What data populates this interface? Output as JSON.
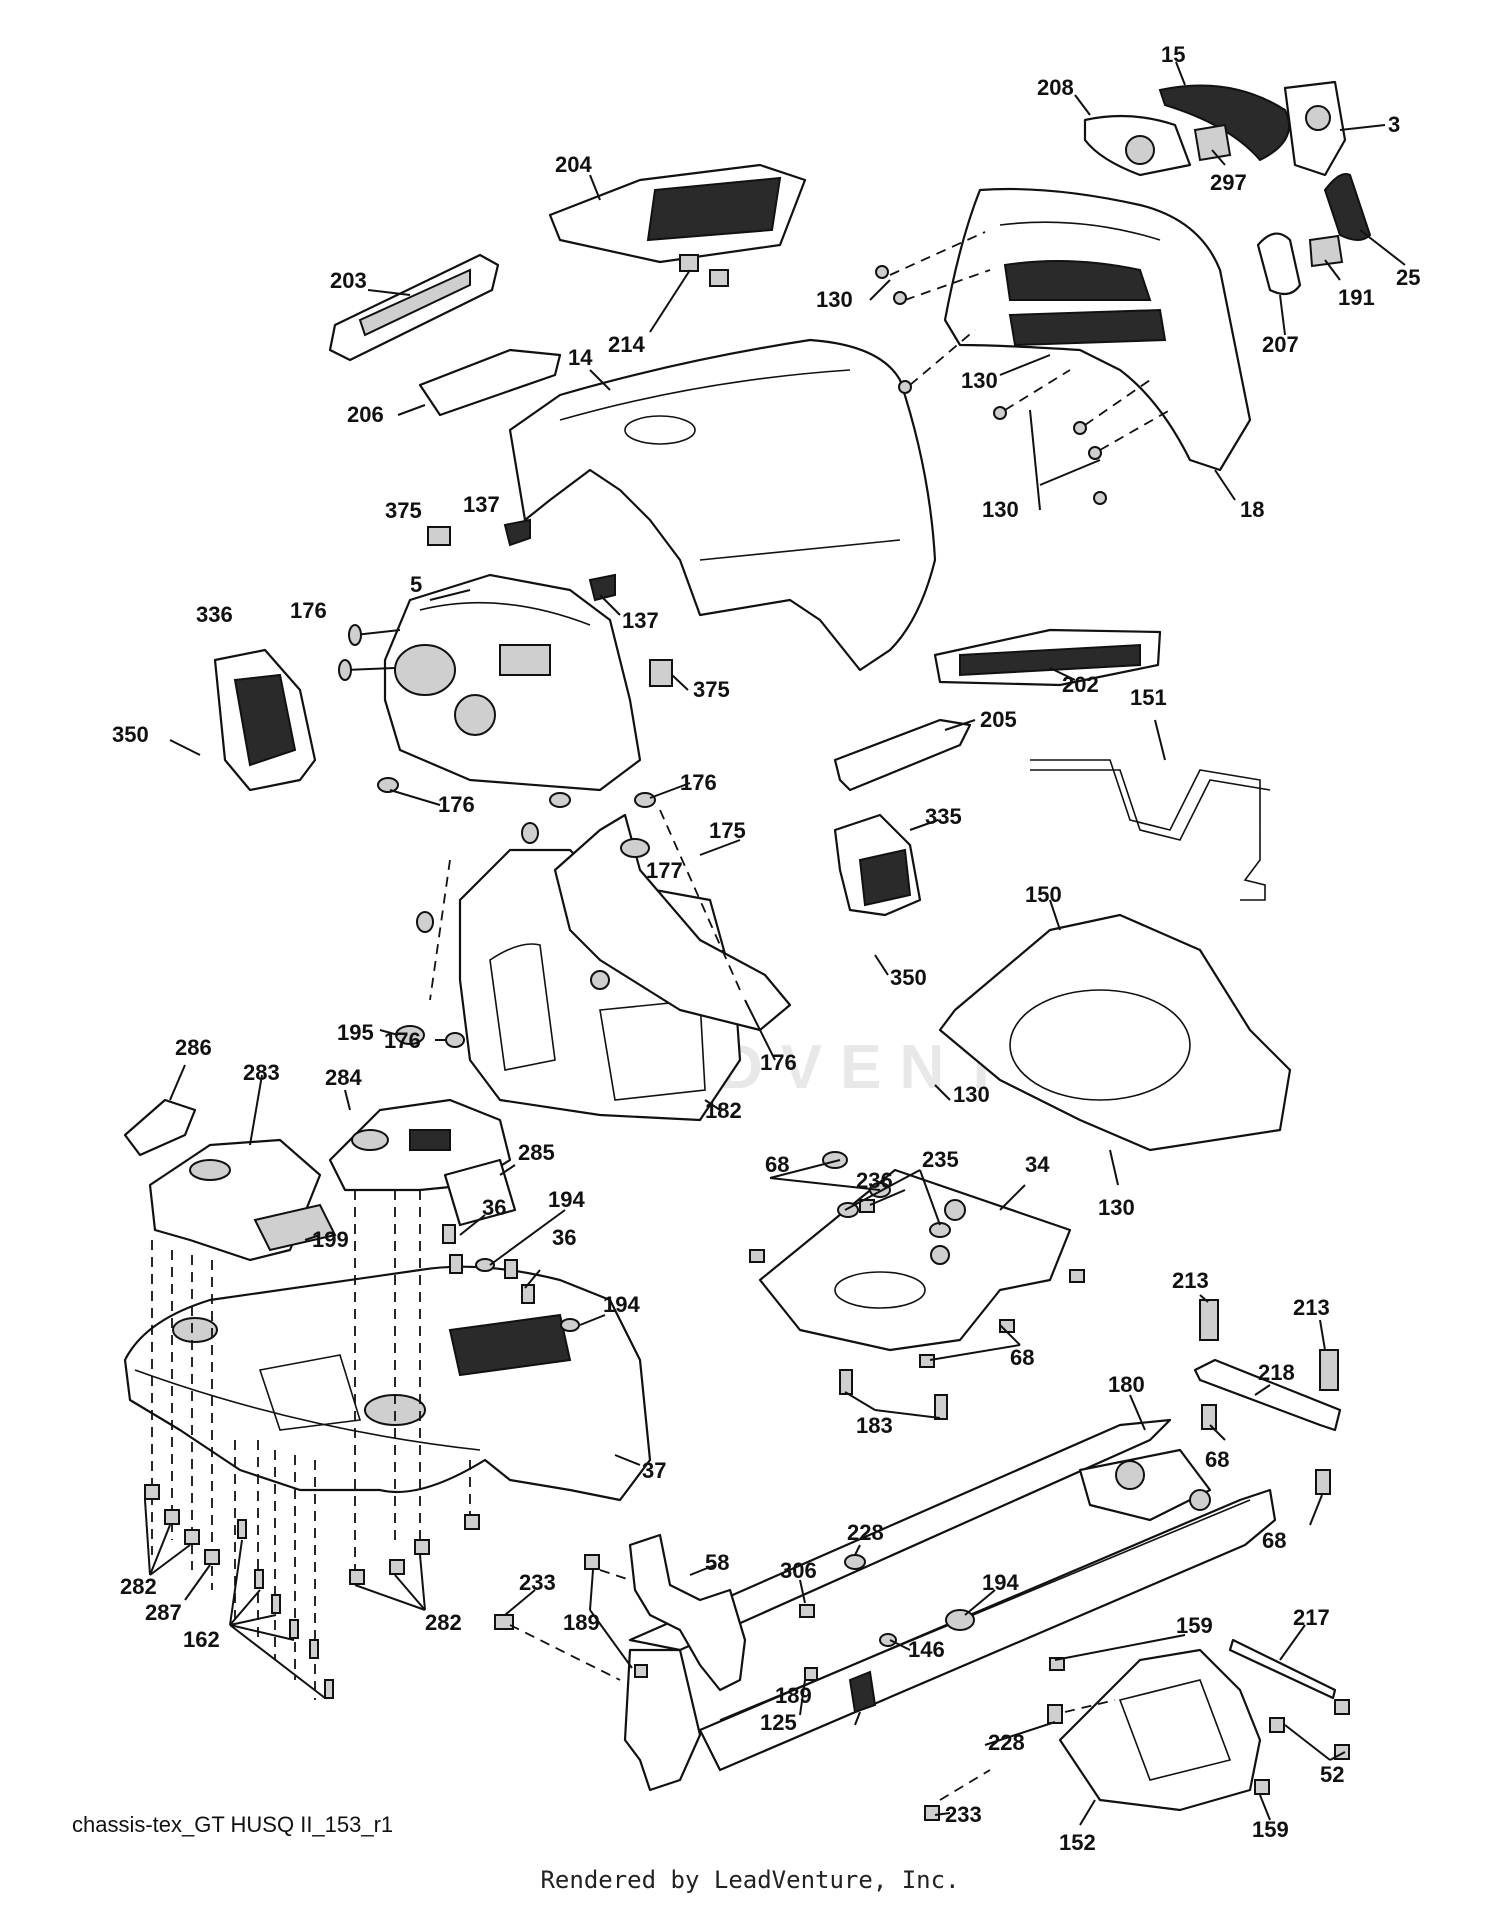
{
  "diagram": {
    "watermark": "LEADVENTURE",
    "caption": "chassis-tex_GT HUSQ II_153_r1",
    "credit": "Rendered by LeadVenture, Inc.",
    "callouts": [
      "15",
      "208",
      "3",
      "297",
      "204",
      "25",
      "191",
      "207",
      "203",
      "130",
      "214",
      "14",
      "130",
      "206",
      "130",
      "18",
      "375",
      "137",
      "137",
      "5",
      "336",
      "176",
      "375",
      "202",
      "151",
      "350",
      "205",
      "176",
      "176",
      "175",
      "177",
      "335",
      "350",
      "150",
      "195",
      "176",
      "176",
      "182",
      "130",
      "286",
      "283",
      "284",
      "285",
      "130",
      "194",
      "36",
      "36",
      "199",
      "194",
      "68",
      "235",
      "236",
      "34",
      "68",
      "213",
      "213",
      "218",
      "183",
      "180",
      "37",
      "68",
      "68",
      "58",
      "228",
      "306",
      "194",
      "233",
      "189",
      "146",
      "159",
      "217",
      "189",
      "282",
      "287",
      "162",
      "282",
      "125",
      "228",
      "52",
      "233",
      "152",
      "159"
    ]
  }
}
